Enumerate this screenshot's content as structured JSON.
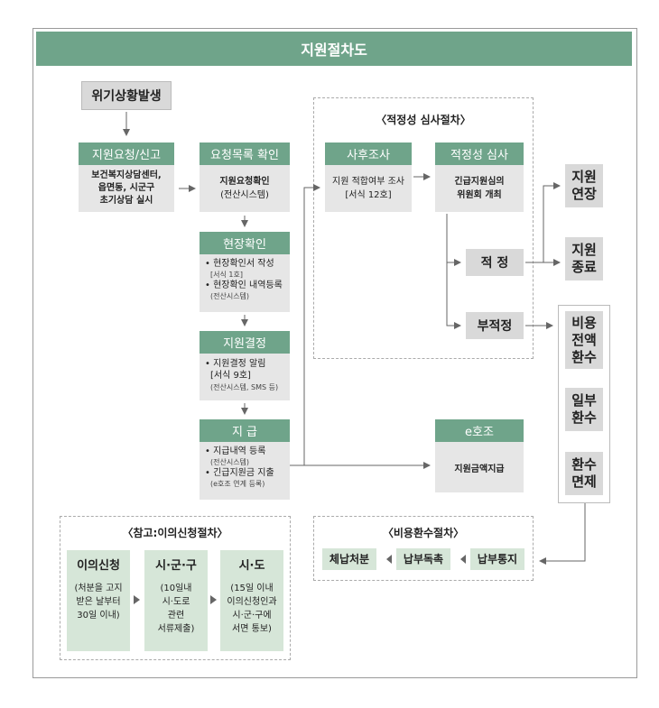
{
  "title": "지원절차도",
  "crisis": "위기상황발생",
  "step1": {
    "header": "지원요청/신고",
    "lines": [
      "보건복지상담센터,",
      "읍면동, 시군구",
      "초기상담 실시"
    ]
  },
  "step2": {
    "header": "요청목록 확인",
    "line1": "지원요청확인",
    "line2": "(전산시스템)"
  },
  "step3": {
    "header": "현장확인",
    "b1": "• 현장확인서 작성",
    "b1s": "[서식 1호]",
    "b2": "• 현장확인 내역등록",
    "b2s": "(전산시스템)"
  },
  "step4": {
    "header": "지원결정",
    "b1": "• 지원결정 알림",
    "b1a": "[서식 9호]",
    "b1s": "(전산시스템, SMS 등)"
  },
  "step5": {
    "header": "지 급",
    "b1": "• 지급내역 등록",
    "b1s": "(전산시스템)",
    "b2": "• 긴급지원금 지출",
    "b2s": "(e호조 연계 등록)"
  },
  "review": {
    "title": "〈적정성 심사절차〉",
    "post": {
      "header": "사후조사",
      "line1": "지원 적합여부 조사",
      "line2": "[서식 12호]"
    },
    "adequacy": {
      "header": "적정성 심사",
      "line1": "긴급지원심의",
      "line2": "위원회 개최"
    },
    "proper": "적 정",
    "improper": "부적정"
  },
  "ehojo": {
    "header": "e호조",
    "body": "지원금액지급"
  },
  "outcomes": {
    "extend": [
      "지원",
      "연장"
    ],
    "end": [
      "지원",
      "종료"
    ],
    "full": [
      "비용",
      "전액",
      "환수"
    ],
    "partial": [
      "일부",
      "환수"
    ],
    "exempt": [
      "환수",
      "면제"
    ]
  },
  "refund": {
    "title": "〈비용환수절차〉",
    "items": [
      "체납처분",
      "납부독촉",
      "납부통지"
    ]
  },
  "objection": {
    "title": "〈참고:이의신청절차〉",
    "steps": [
      {
        "header": "이의신청",
        "lines": [
          "(처분을 고지",
          "받은 날부터",
          "30일 이내)"
        ]
      },
      {
        "header": "시·군·구",
        "lines": [
          "(10일내",
          "시·도로",
          "관련",
          "서류제출)"
        ]
      },
      {
        "header": "시·도",
        "lines": [
          "(15일 이내",
          "이의신청인과",
          "시·군·구에",
          "서면 통보)"
        ]
      }
    ]
  },
  "colors": {
    "accent": "#6fa48a",
    "box": "#e6e6e6",
    "dark_box": "#d9d9d9",
    "light_green": "#d6e6d8"
  }
}
